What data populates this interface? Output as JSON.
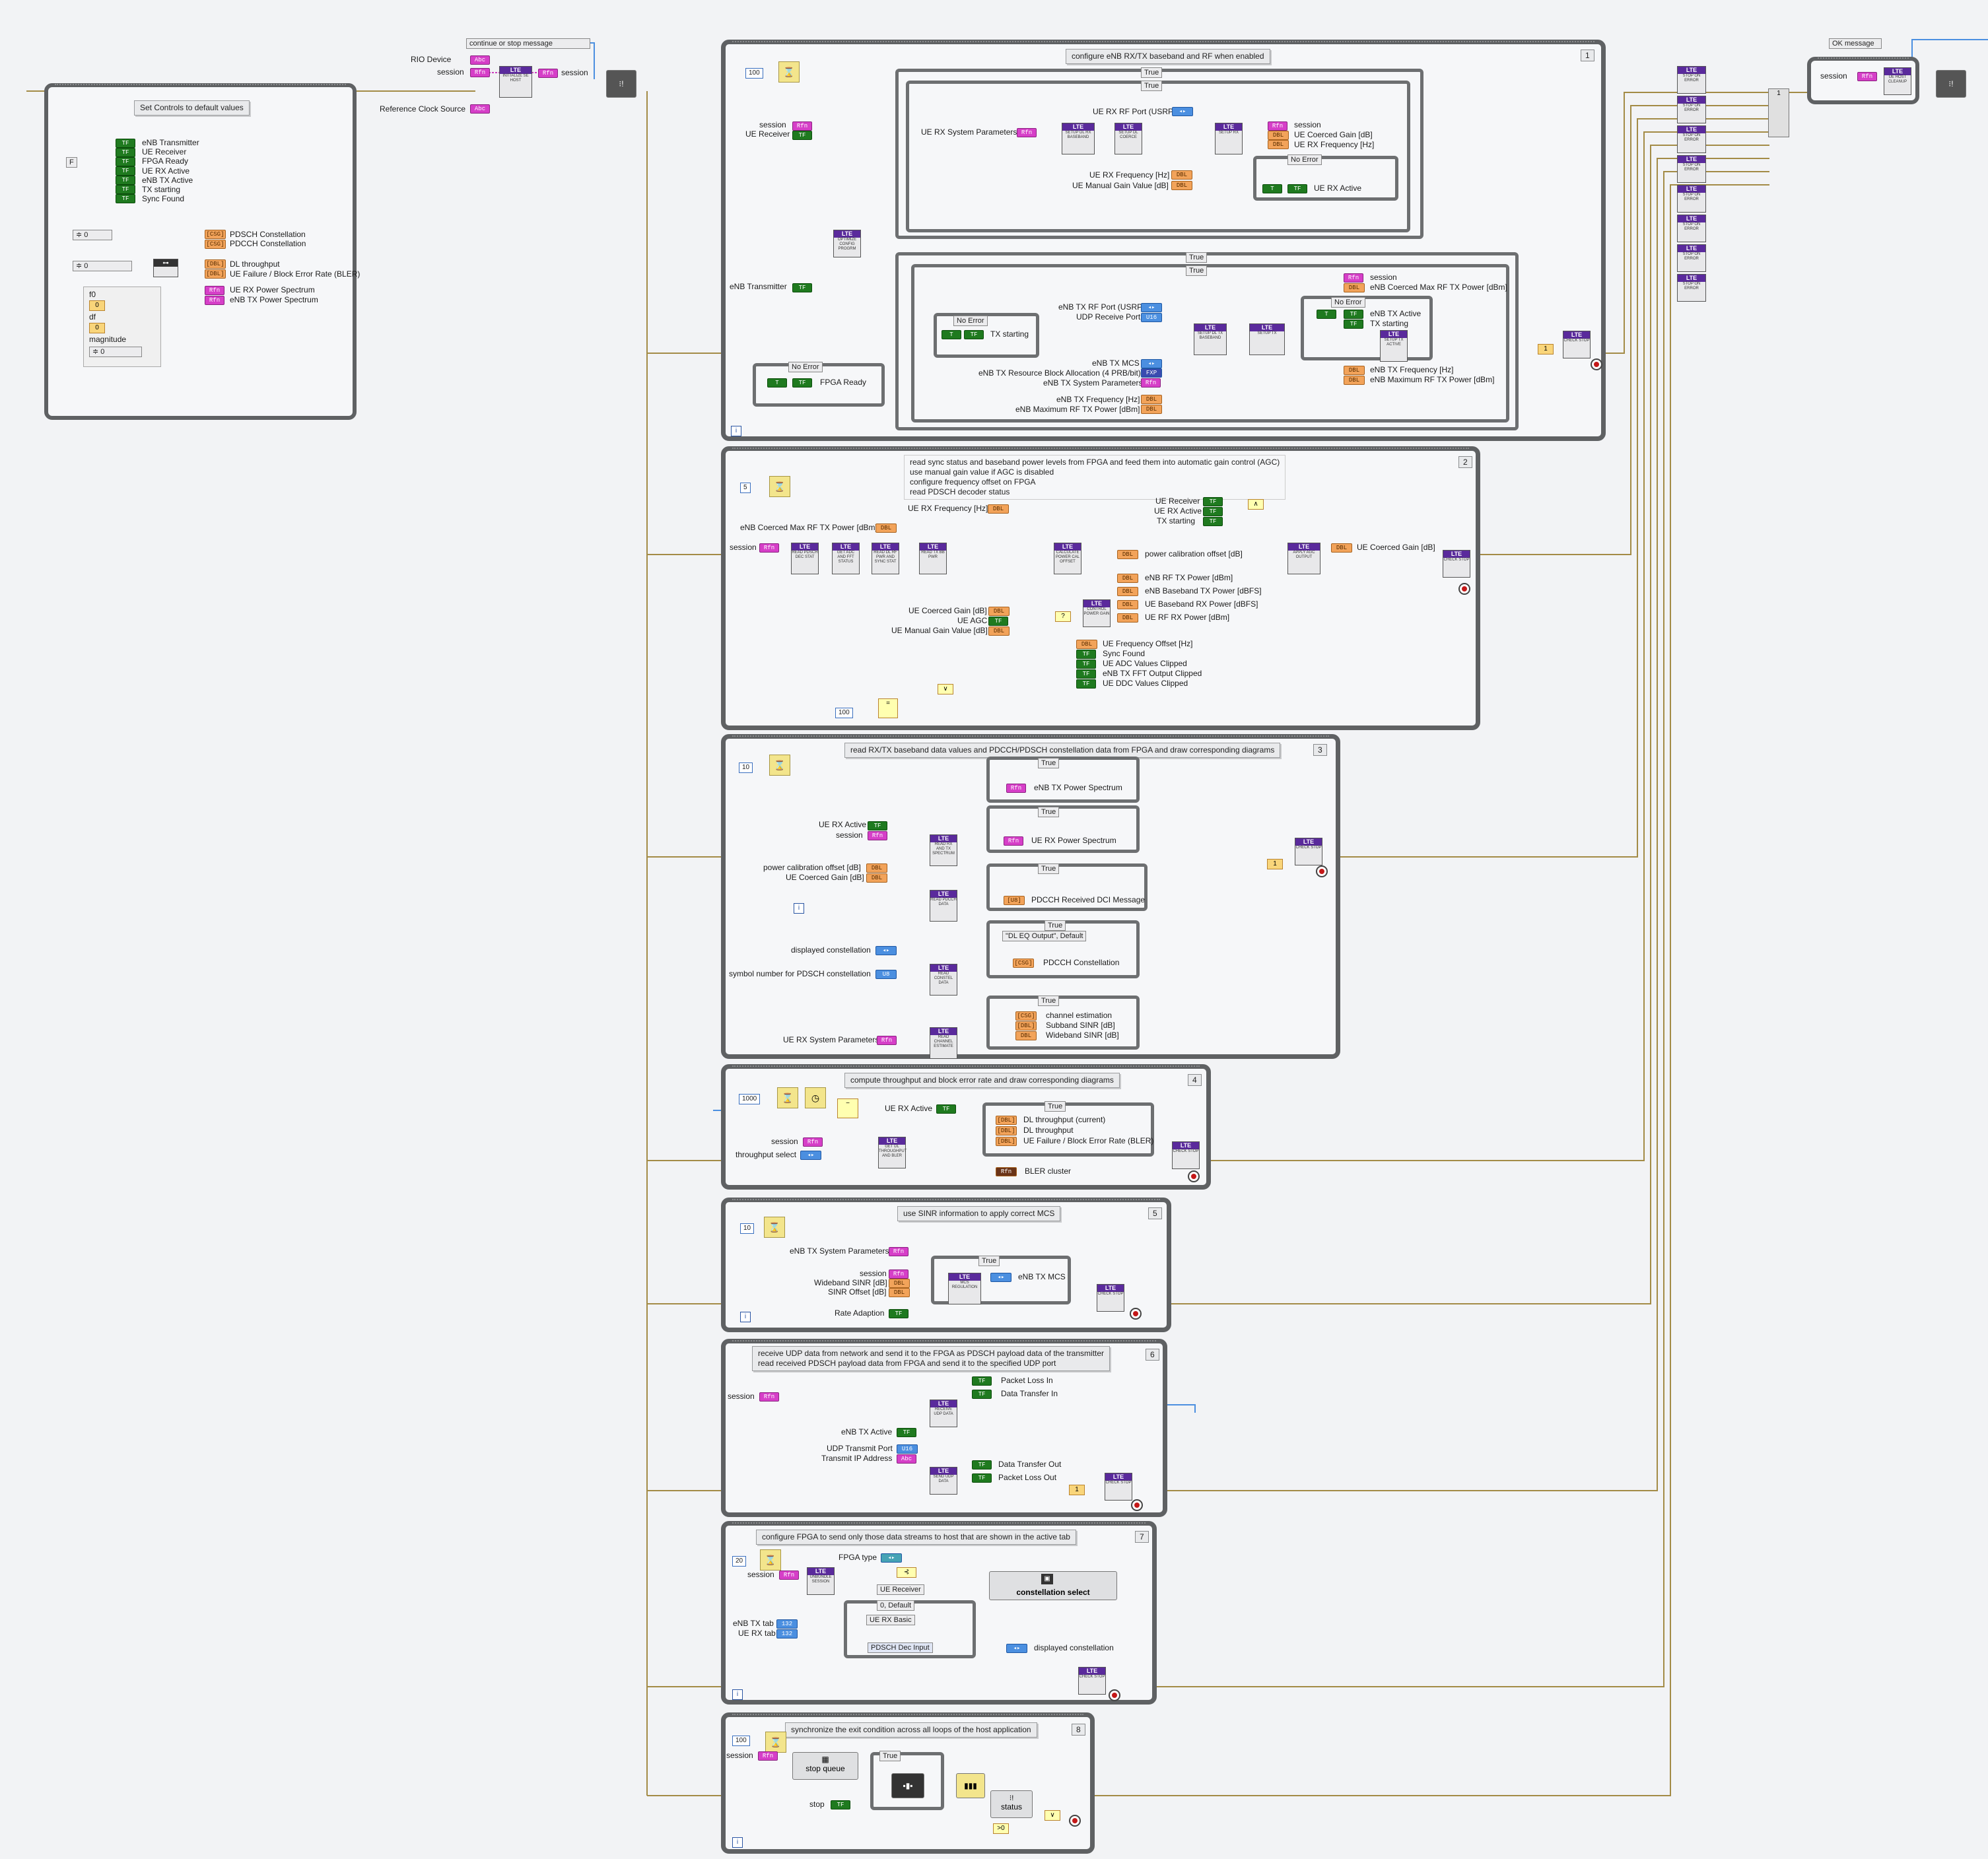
{
  "init": {
    "comment": "Set Controls to default values",
    "bool_list": [
      "eNB Transmitter",
      "UE Receiver",
      "FPGA Ready",
      "UE RX Active",
      "eNB TX Active",
      "TX starting",
      "Sync Found"
    ],
    "clusters": [
      "PDSCH Constellation",
      "PDCCH Constellation"
    ],
    "stats": [
      "DL throughput",
      "UE Failure / Block Error Rate (BLER)"
    ],
    "spectra": [
      "UE RX Power Spectrum",
      "eNB TX Power Spectrum"
    ],
    "wave": [
      "f0",
      "df",
      "magnitude"
    ],
    "f_const": "F"
  },
  "top": {
    "continue_msg": "continue or stop message",
    "ok_msg": "OK message",
    "inputs": [
      "RIO Device",
      "session",
      "Reference Clock Source"
    ],
    "session_out": "session",
    "session2": "session"
  },
  "f1": {
    "comment": "configure eNB RX/TX baseband and RF when enabled",
    "number": "1",
    "wait": "100",
    "left_inputs": [
      "session",
      "UE Receiver",
      "eNB Transmitter"
    ],
    "true1": "True",
    "true2": "True",
    "ue_sys": "UE RX System Parameters",
    "rf_port": "UE RX RF Port (USRP)",
    "outputs": [
      "session",
      "UE Coerced Gain [dB]",
      "UE RX Frequency [Hz]"
    ],
    "no_error": "No Error",
    "ue_active": "UE RX Active",
    "freq_gain": [
      "UE RX Frequency [Hz]",
      "UE Manual Gain Value [dB]"
    ],
    "true3": "True",
    "true4": "True",
    "tx_outputs": [
      "session",
      "eNB Coerced Max RF TX Power [dBm]"
    ],
    "tx_ports": [
      "eNB TX RF Port (USRP)",
      "UDP Receive Port"
    ],
    "no_error2": "No Error",
    "tx_starting": "TX starting",
    "no_error3": "No Error",
    "tx_flags": [
      "eNB TX Active",
      "TX starting"
    ],
    "tx_params": [
      "eNB TX MCS",
      "eNB TX Resource Block Allocation (4 PRB/bit)",
      "eNB TX System Parameters"
    ],
    "tx_freq": [
      "eNB TX Frequency [Hz]",
      "eNB Maximum RF TX Power [dBm]"
    ],
    "tx_freq_out": [
      "eNB TX Frequency [Hz]",
      "eNB Maximum RF TX Power [dBm]"
    ],
    "no_error4": "No Error",
    "fpga_ready": "FPGA Ready"
  },
  "f2": {
    "comment": "read sync status and baseband power levels from FPGA and feed them into automatic gain control (AGC)\nuse manual gain value if AGC is disabled\nconfigure frequency offset on FPGA\nread PDSCH decoder status",
    "number": "2",
    "wait": "5",
    "inputs": [
      "UE RX Frequency [Hz]",
      "eNB Coerced Max RF TX Power [dBm]",
      "session"
    ],
    "flags": [
      "UE Receiver",
      "UE RX Active",
      "TX starting"
    ],
    "gain_out": "UE Coerced Gain [dB]",
    "pow_cal": "power calibration offset [dB]",
    "levels": [
      "eNB RF TX Power [dBm]",
      "eNB Baseband TX Power [dBFS]",
      "UE Baseband RX Power [dBFS]",
      "UE RF RX Power [dBm]"
    ],
    "agc_in": [
      "UE Coerced Gain [dB]",
      "UE AGC",
      "UE Manual Gain Value [dB]"
    ],
    "status": [
      "UE Frequency Offset [Hz]",
      "Sync Found",
      "UE ADC Values Clipped",
      "eNB TX FFT Output Clipped",
      "UE DDC Values Clipped"
    ],
    "consts": [
      "100"
    ]
  },
  "f3": {
    "comment": "read RX/TX baseband data values and PDCCH/PDSCH constellation data from FPGA and draw corresponding diagrams",
    "number": "3",
    "wait": "10",
    "true1": "True",
    "spec1": "eNB TX Power Spectrum",
    "true2": "True",
    "spec2": "UE RX Power Spectrum",
    "inputs": [
      "UE RX Active",
      "session",
      "power calibration offset [dB]",
      "UE Coerced Gain [dB]",
      "displayed constellation",
      "symbol number for PDSCH constellation",
      "UE RX System Parameters"
    ],
    "true3": "True",
    "dci": "PDCCH Received DCI Message",
    "true4": "True",
    "dl_eq": "\"DL EQ Output\", Default",
    "pdcch": "PDCCH Constellation",
    "true5": "True",
    "chan": [
      "channel estimation",
      "Subband SINR [dB]",
      "Wideband SINR [dB]"
    ]
  },
  "f4": {
    "comment": "compute throughput and block error rate and draw corresponding diagrams",
    "number": "4",
    "wait": "1000",
    "ue_active": "UE RX Active",
    "true1": "True",
    "inputs": [
      "session",
      "throughput select"
    ],
    "outs": [
      "DL throughput (current)",
      "DL throughput",
      "UE Failure / Block Error Rate (BLER)"
    ],
    "bler": "BLER cluster"
  },
  "f5": {
    "comment": "use SINR information to apply correct MCS",
    "number": "5",
    "wait": "10",
    "inputs": [
      "eNB TX System Parameters",
      "session",
      "Wideband SINR [dB]",
      "SINR Offset [dB]",
      "Rate Adaption"
    ],
    "true1": "True",
    "mcs": "eNB TX MCS"
  },
  "f6": {
    "comment": "receive UDP data from network and send it to the FPGA as PDSCH payload data of the transmitter\nread received PDSCH payload data from FPGA and send it to the specified UDP port",
    "number": "6",
    "inputs": [
      "session",
      "eNB TX Active",
      "UDP Transmit Port",
      "Transmit IP Address"
    ],
    "outs_in": [
      "Packet Loss In",
      "Data Transfer In"
    ],
    "outs_out": [
      "Data Transfer Out",
      "Packet Loss Out"
    ]
  },
  "f7": {
    "comment": "configure FPGA to send only those data streams to host that are shown in the active tab",
    "number": "7",
    "wait": "20",
    "fpga_type": "FPGA type",
    "session": "session",
    "ue_receiver": "UE Receiver",
    "sel": "0, Default",
    "ue_basic": "UE RX Basic",
    "pdsch": "PDSCH Dec Input",
    "tabs": [
      "eNB TX tab",
      "UE RX tab"
    ],
    "const_sel": "constellation select",
    "disp": "displayed constellation"
  },
  "f8": {
    "comment": "synchronize the exit condition across all loops of the host application",
    "number": "8",
    "wait": "100",
    "session": "session",
    "stop_queue": "stop queue",
    "true1": "True",
    "stop": "stop",
    "status": "status"
  },
  "colors": {
    "cluster": "#d63fc8",
    "bool": "#1f7a1f",
    "dbl": "#f2a35a",
    "enum": "#4b8fe0",
    "frame": "#5f6163"
  }
}
